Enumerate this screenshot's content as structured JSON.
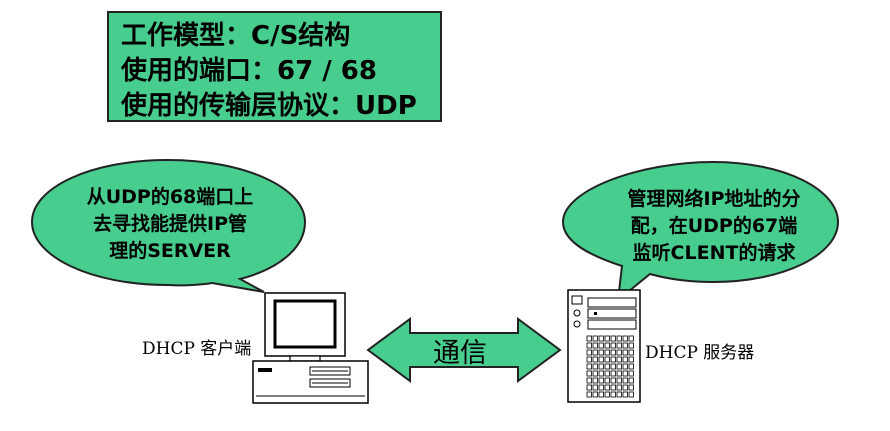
{
  "info_box": {
    "lines": [
      "工作模型：C/S结构",
      "使用的端口：67 / 68",
      "使用的传输层协议：UDP"
    ]
  },
  "client": {
    "label": "DHCP 客户端",
    "bubble_lines": [
      "从UDP的68端口上",
      "去寻找能提供IP管",
      "理的SERVER"
    ]
  },
  "server": {
    "label": "DHCP 服务器",
    "bubble_lines": [
      "管理网络IP地址的分",
      "配，在UDP的67端",
      "监听CLENT的请求"
    ]
  },
  "arrow": {
    "label": "通信"
  },
  "colors": {
    "green": "#47cd8e",
    "outline": "#222222"
  }
}
